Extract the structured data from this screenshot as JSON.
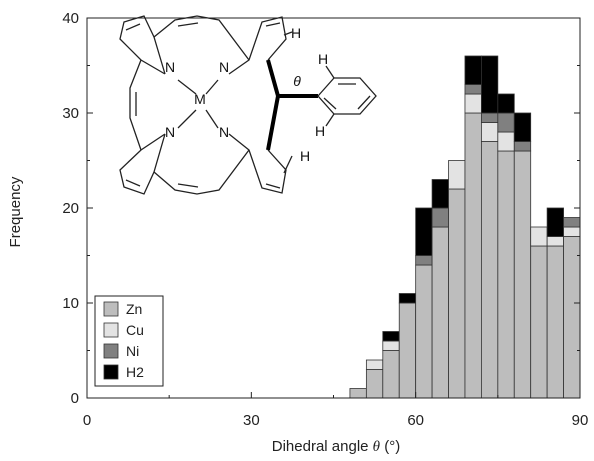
{
  "chart_data": {
    "type": "bar",
    "stacked": true,
    "xlabel_text": "Dihedral angle",
    "xlabel_symbol": "θ",
    "xlabel_unit": "(°)",
    "ylabel": "Frequency",
    "xlim": [
      0,
      90
    ],
    "ylim": [
      0,
      40
    ],
    "xticks": [
      0,
      30,
      60,
      90
    ],
    "yticks": [
      0,
      10,
      20,
      30,
      40
    ],
    "bin_width": 3,
    "bin_starts": [
      45,
      48,
      51,
      54,
      57,
      60,
      63,
      66,
      69,
      72,
      75,
      78,
      81,
      84,
      87
    ],
    "series": [
      {
        "name": "Zn",
        "color": "#bdbdbd",
        "values": [
          0,
          1,
          3,
          5,
          10,
          14,
          18,
          22,
          30,
          27,
          26,
          26,
          16,
          16,
          17
        ]
      },
      {
        "name": "Cu",
        "color": "#e3e3e3",
        "values": [
          0,
          0,
          1,
          1,
          0,
          0,
          0,
          3,
          2,
          2,
          2,
          0,
          2,
          1,
          1
        ]
      },
      {
        "name": "Ni",
        "color": "#808080",
        "values": [
          0,
          0,
          0,
          0,
          0,
          1,
          2,
          0,
          1,
          1,
          2,
          1,
          0,
          0,
          1
        ]
      },
      {
        "name": "H2",
        "color": "#000000",
        "values": [
          0,
          0,
          0,
          1,
          1,
          5,
          3,
          0,
          3,
          6,
          2,
          3,
          0,
          3,
          0
        ]
      }
    ],
    "legend_placement": "bottom-left",
    "grid": false
  },
  "molecule": {
    "metal": "M",
    "nitrogen": "N",
    "hydrogen": "H",
    "angle_symbol": "θ"
  }
}
